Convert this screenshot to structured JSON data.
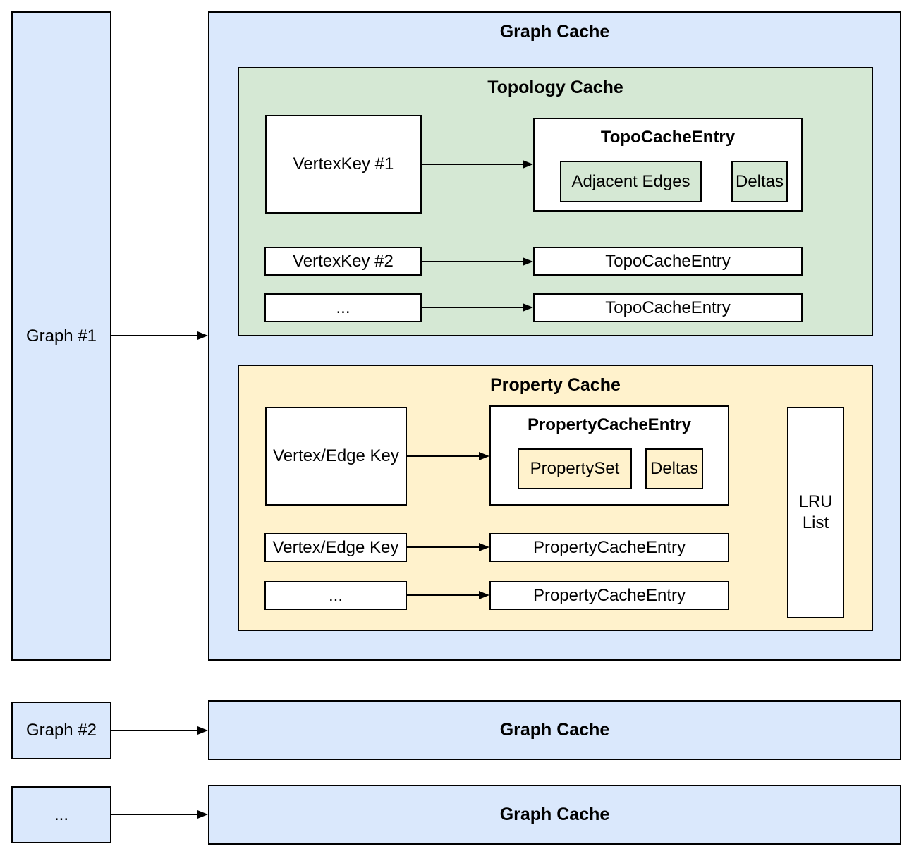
{
  "colors": {
    "container_blue": "#dae8fc",
    "topology_green": "#d5e8d4",
    "property_yellow": "#fff2cc",
    "box_white": "#ffffff",
    "stroke": "#000000",
    "text": "#000000"
  },
  "graphs": {
    "graph1": "Graph #1",
    "graph2": "Graph #2",
    "more": "..."
  },
  "graph_cache": {
    "title": "Graph Cache",
    "topology_cache": {
      "title": "Topology Cache",
      "keys": [
        "VertexKey #1",
        "VertexKey #2",
        "..."
      ],
      "entry_detail": {
        "title": "TopoCacheEntry",
        "adjacent_edges": "Adjacent Edges",
        "deltas": "Deltas"
      },
      "entry_rows": [
        "TopoCacheEntry",
        "TopoCacheEntry"
      ]
    },
    "property_cache": {
      "title": "Property Cache",
      "keys": [
        "Vertex/Edge Key",
        "Vertex/Edge Key",
        "..."
      ],
      "entry_detail": {
        "title": "PropertyCacheEntry",
        "property_set": "PropertySet",
        "deltas": "Deltas"
      },
      "entry_rows": [
        "PropertyCacheEntry",
        "PropertyCacheEntry"
      ],
      "lru_list": "LRU List"
    }
  },
  "other_graph_caches": {
    "cache2_title": "Graph Cache",
    "cache3_title": "Graph Cache"
  }
}
